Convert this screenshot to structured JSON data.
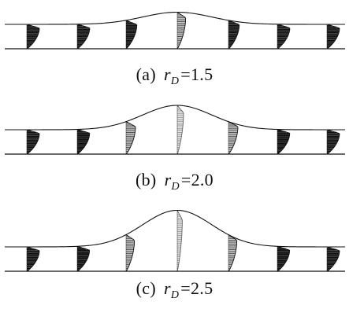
{
  "panels": [
    {
      "id": "a",
      "label": "(a)",
      "variable": "r",
      "subscript": "D",
      "equals": "=",
      "value": "1.5",
      "bump_ratio": 1.5,
      "color": "#111111"
    },
    {
      "id": "b",
      "label": "(b)",
      "variable": "r",
      "subscript": "D",
      "equals": "=",
      "value": "2.0",
      "bump_ratio": 2.0,
      "color": "#111111"
    },
    {
      "id": "c",
      "label": "(c)",
      "variable": "r",
      "subscript": "D",
      "equals": "=",
      "value": "2.5",
      "bump_ratio": 2.5,
      "color": "#111111"
    }
  ]
}
